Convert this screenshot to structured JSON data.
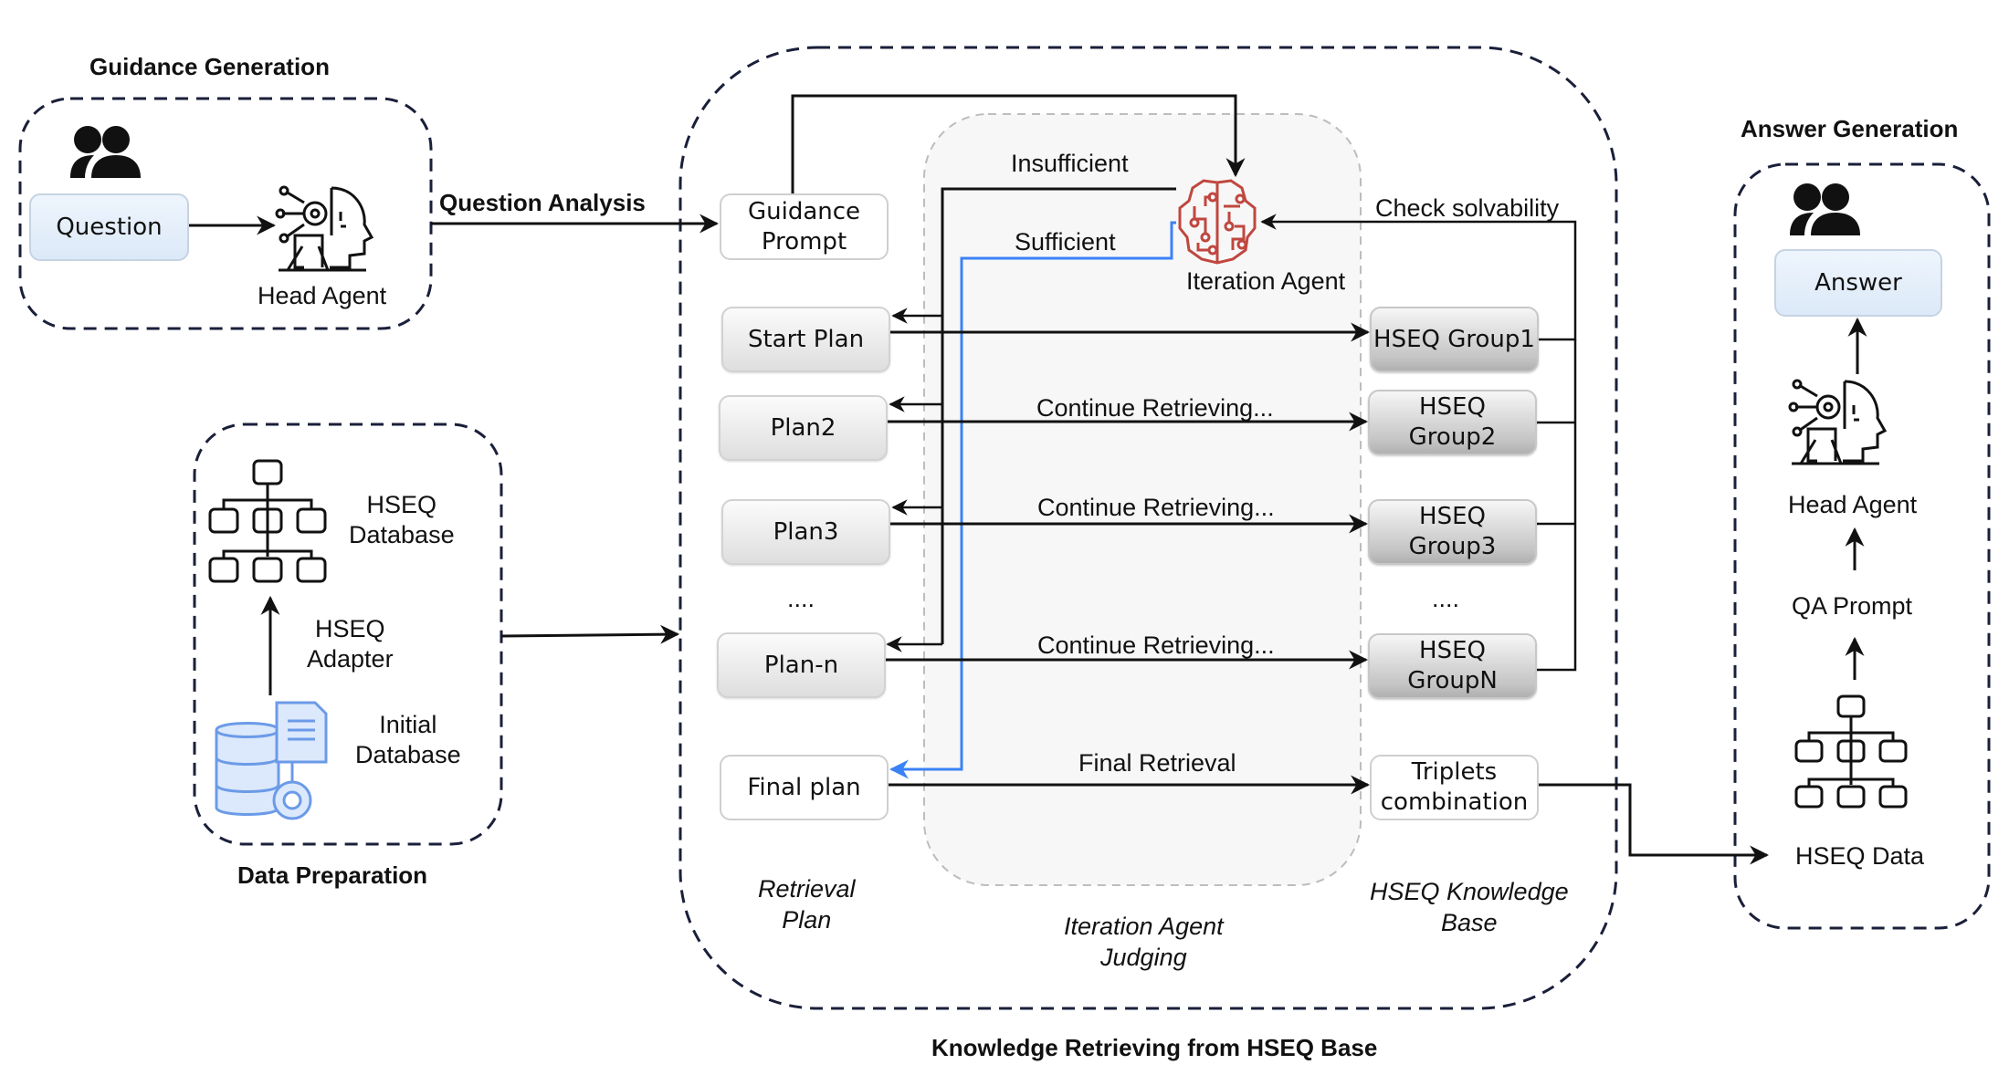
{
  "colors": {
    "line": "#111111",
    "dash_border": "#1a1f3a",
    "highlight_blue": "#3b82f6",
    "agent_red": "#c0473f",
    "db_blue": "#6b9be8",
    "inner_region": "#f7f7f7"
  },
  "guidance_generation": {
    "title": "Guidance Generation",
    "question_label": "Question",
    "head_agent_label": "Head Agent",
    "users_icon": "users-icon",
    "agent_icon": "ai-head-agent-icon"
  },
  "question_analysis_label": "Question Analysis",
  "data_preparation": {
    "title": "Data Preparation",
    "hseq_database": [
      "HSEQ",
      "Database"
    ],
    "hseq_adapter": [
      "HSEQ",
      "Adapter"
    ],
    "initial_database": [
      "Initial",
      "Database"
    ],
    "tree_icon": "hierarchy-tree-icon",
    "db_icon": "database-document-gear-icon"
  },
  "knowledge_retrieving": {
    "title": "Knowledge Retrieving from HSEQ Base",
    "guidance_prompt": [
      "Guidance",
      "Prompt"
    ],
    "plans": [
      "Start Plan",
      "Plan2",
      "Plan3",
      "Plan-n"
    ],
    "plans_ellipsis": "....",
    "final_plan": "Final plan",
    "groups": [
      [
        "HSEQ Group1"
      ],
      [
        "HSEQ",
        "Group2"
      ],
      [
        "HSEQ",
        "Group3"
      ],
      [
        "HSEQ",
        "GroupN"
      ]
    ],
    "groups_ellipsis": "....",
    "triplets": [
      "Triplets",
      "combination"
    ],
    "iteration_agent_label": "Iteration Agent",
    "iteration_agent_icon": "circuit-brain-icon",
    "insufficient_label": "Insufficient",
    "sufficient_label": "Sufficient",
    "check_solvability_label": "Check solvability",
    "continue_labels": [
      "Continue Retrieving...",
      "Continue Retrieving...",
      "Continue Retrieving..."
    ],
    "final_retrieval_label": "Final Retrieval",
    "column_captions": {
      "retrieval_plan": [
        "Retrieval",
        "Plan"
      ],
      "iteration_judging": [
        "Iteration Agent",
        "Judging"
      ],
      "knowledge_base": [
        "HSEQ Knowledge",
        "Base"
      ]
    }
  },
  "answer_generation": {
    "title": "Answer Generation",
    "answer_label": "Answer",
    "head_agent_label": "Head Agent",
    "qa_prompt_label": "QA Prompt",
    "hseq_data_label": "HSEQ Data"
  }
}
